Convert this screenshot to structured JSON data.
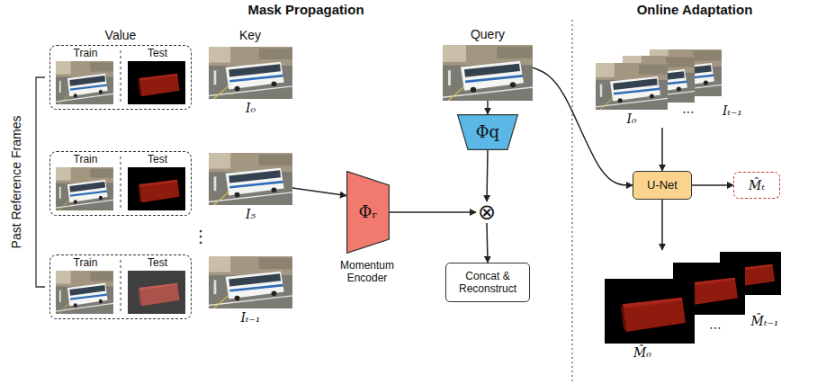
{
  "diagram": {
    "nodes": [
      {
        "text": [
          "Train",
          "Test"
        ]
      },
      {
        "text": [
          "I₀"
        ]
      },
      {
        "text": [
          "Query"
        ]
      },
      {
        "text": [
          "Φq"
        ]
      },
      {
        "text": [
          "Train",
          "Test"
        ]
      },
      {
        "text": [
          "I₅"
        ]
      },
      {
        "text": [
          "Φᵣ"
        ]
      },
      {
        "text": [
          "⊗"
        ]
      },
      {
        "text": [
          "Train",
          "Test"
        ]
      },
      {
        "text": [
          "Iₜ₋₁"
        ]
      },
      {
        "text": [
          "Concat & Reconstruct"
        ]
      },
      {
        "text": [
          "I₀",
          "⋯",
          "Iₜ₋₁"
        ]
      },
      {
        "text": [
          "U-Net"
        ]
      },
      {
        "text": [
          "M̂ₜ"
        ]
      },
      {
        "text": [
          "M̂₀",
          "⋯",
          "M̂ₜ₋₁"
        ]
      }
    ],
    "edges": [
      {
        "from": 5,
        "to": 6,
        "arrow": "to"
      },
      {
        "from": 6,
        "to": 7,
        "arrow": "to"
      },
      {
        "from": 2,
        "to": 3,
        "arrow": "to"
      },
      {
        "from": 3,
        "to": 7,
        "arrow": "to"
      },
      {
        "from": 7,
        "to": 10,
        "arrow": "to"
      },
      {
        "from": 2,
        "to": 12,
        "arrow": "to"
      },
      {
        "from": 11,
        "to": 12,
        "arrow": "to"
      },
      {
        "from": 12,
        "to": 13,
        "arrow": "to"
      },
      {
        "from": 12,
        "to": 14,
        "arrow": "to"
      }
    ],
    "labels": [
      "Mask Propagation",
      "Online Adaptation",
      "Value",
      "Key",
      "Past Reference Frames",
      "Momentum Encoder",
      "⋮"
    ]
  }
}
